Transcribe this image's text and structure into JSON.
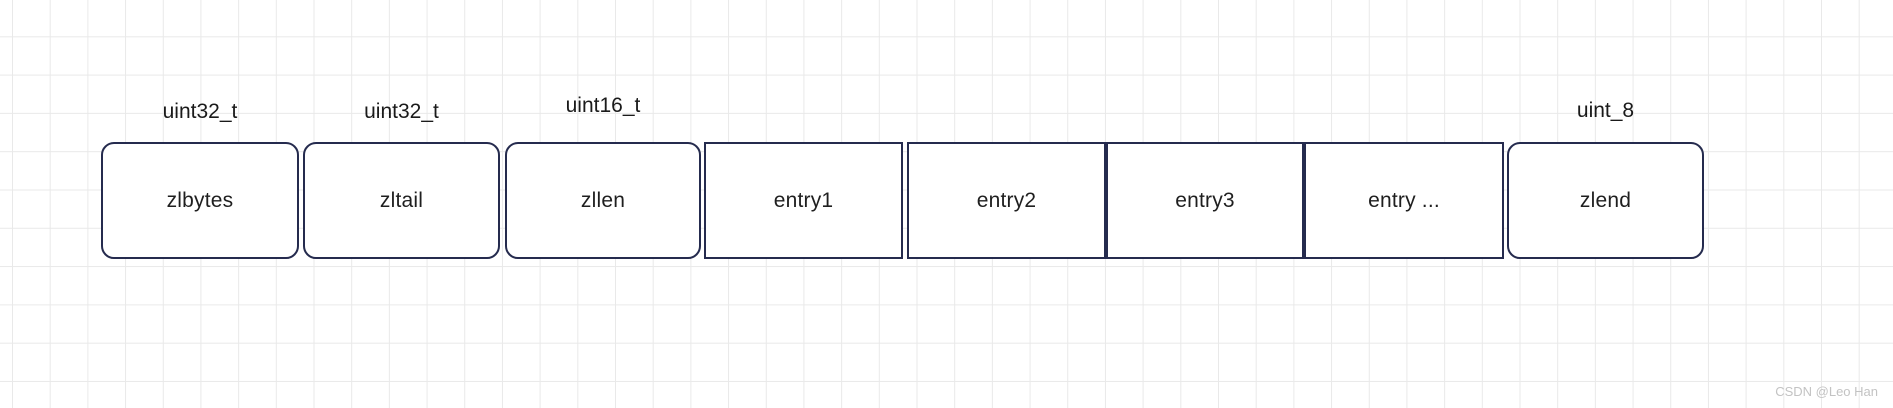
{
  "diagram": {
    "description_hint": "ziplist memory layout diagram",
    "boxes": [
      {
        "label": "zlbytes",
        "type_label": "uint32_t",
        "shape": "rounded"
      },
      {
        "label": "zltail",
        "type_label": "uint32_t",
        "shape": "rounded"
      },
      {
        "label": "zllen",
        "type_label": "uint16_t",
        "shape": "rounded"
      },
      {
        "label": "entry1",
        "type_label": "",
        "shape": "square"
      },
      {
        "label": "entry2",
        "type_label": "",
        "shape": "square"
      },
      {
        "label": "entry3",
        "type_label": "",
        "shape": "square"
      },
      {
        "label": "entry ...",
        "type_label": "",
        "shape": "square"
      },
      {
        "label": "zlend",
        "type_label": "uint_8",
        "shape": "rounded"
      }
    ],
    "colors": {
      "border": "#252b4e",
      "text": "#1f1f1f",
      "grid": "#e9e9e9",
      "background": "#ffffff",
      "watermark": "#c3c3c3"
    },
    "watermark": "CSDN @Leo Han"
  }
}
